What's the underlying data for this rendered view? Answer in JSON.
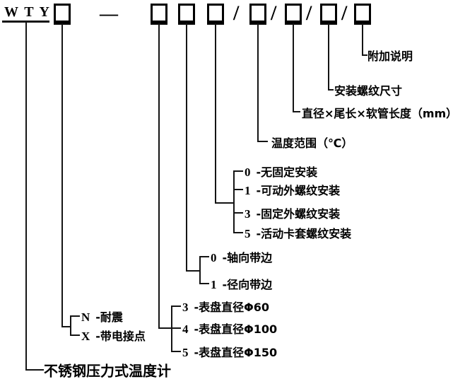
{
  "model": {
    "prefix": "W T Y",
    "dash": "—",
    "slash": "/"
  },
  "callouts": {
    "additional_note": "附加说明",
    "mount_thread_size": "安装螺纹尺寸",
    "dia_tail_hose_length": "直径×尾长×软管长度（mm）",
    "temperature_range": "温度范围（℃）",
    "product_name": "不锈钢压力式温度计"
  },
  "branches": {
    "fixing_options": [
      {
        "code": "0",
        "label": "-无固定安装"
      },
      {
        "code": "1",
        "label": "-可动外螺纹安装"
      },
      {
        "code": "3",
        "label": "-固定外螺纹安装"
      },
      {
        "code": "5",
        "label": "-活动卡套螺纹安装"
      }
    ],
    "edge_options": [
      {
        "code": "0",
        "label": "-轴向带边"
      },
      {
        "code": "1",
        "label": "-径向带边"
      }
    ],
    "dial_options": [
      {
        "code": "3",
        "label": "-表盘直径Φ60"
      },
      {
        "code": "4",
        "label": "-表盘直径Φ100"
      },
      {
        "code": "5",
        "label": "-表盘直径Φ150"
      }
    ],
    "variant_options": [
      {
        "code": "N",
        "label": "-耐震"
      },
      {
        "code": "X",
        "label": "-带电接点"
      }
    ]
  }
}
